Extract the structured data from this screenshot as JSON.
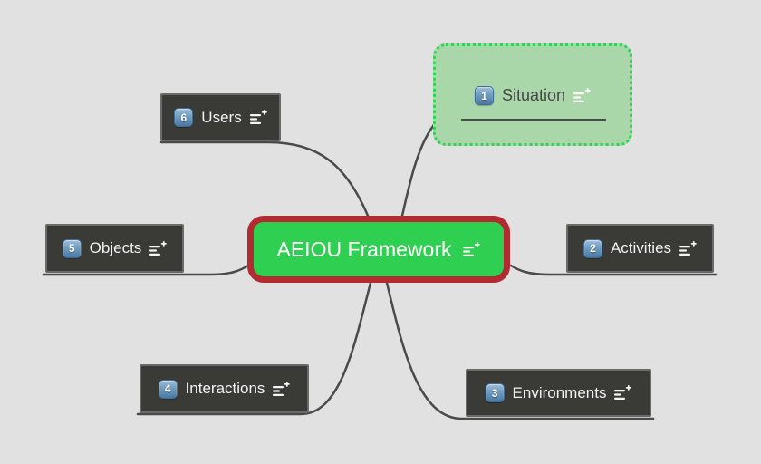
{
  "canvas": {
    "background": "#e1e1e1"
  },
  "palette": {
    "branch_line": "#4a4a4a",
    "root_fill": "#2fd052",
    "root_border": "#b22b31",
    "situation_fill": "#a9d7a9",
    "situation_border": "#2ed455",
    "dark_node_fill": "#3a3a36",
    "dark_node_border": "#6a6a6a",
    "dark_node_text": "#f2f2f2",
    "light_node_text": "#474747",
    "badge_blue_top": "#9dbdd8",
    "badge_blue_bottom": "#4a78a1"
  },
  "mindmap": {
    "root": {
      "label": "AEIOU Framework",
      "icon": "add-note-icon"
    },
    "nodes": [
      {
        "id": "situation",
        "badge": "1",
        "label": "Situation",
        "icon": "add-note-icon"
      },
      {
        "id": "activities",
        "badge": "2",
        "label": "Activities",
        "icon": "add-note-icon"
      },
      {
        "id": "environments",
        "badge": "3",
        "label": "Environments",
        "icon": "add-note-icon"
      },
      {
        "id": "interactions",
        "badge": "4",
        "label": "Interactions",
        "icon": "add-note-icon"
      },
      {
        "id": "objects",
        "badge": "5",
        "label": "Objects",
        "icon": "add-note-icon"
      },
      {
        "id": "users",
        "badge": "6",
        "label": "Users",
        "icon": "add-note-icon"
      }
    ]
  }
}
